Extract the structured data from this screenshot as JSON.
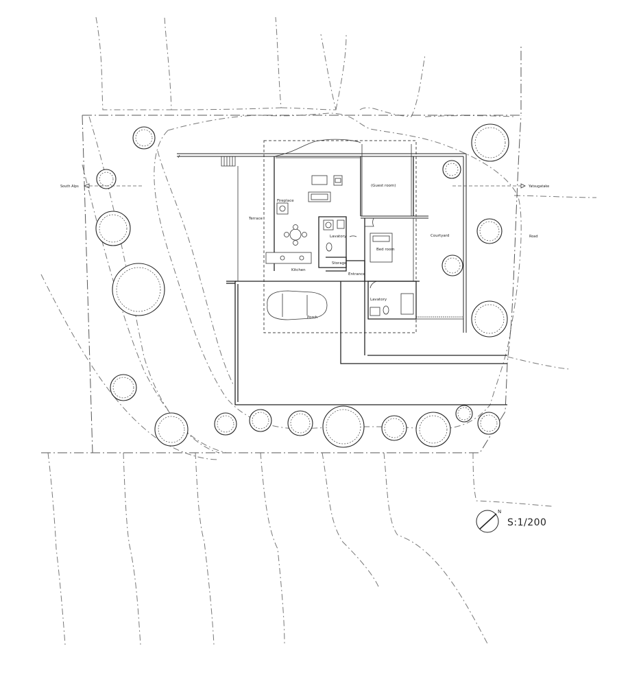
{
  "labels": {
    "south_alps": "South Alps",
    "yatsugatake": "Yatsugatake",
    "road": "Road",
    "terrace": "Terrace",
    "fireplace": "Fireplace",
    "guest_room": "(Guest room)",
    "lavatory_upper": "Lavatory",
    "courtyard": "Courtyard",
    "bed_room": "Bed room",
    "storage": "Storage",
    "kitchen": "Kitchen",
    "entrance": "Entrance",
    "lavatory_lower": "Lavatory",
    "porch": "Porch"
  },
  "north_label": "N",
  "scale_text": "S:1/200",
  "colors": {
    "ink": "#222222",
    "contour": "#777777",
    "background": "#ffffff"
  }
}
